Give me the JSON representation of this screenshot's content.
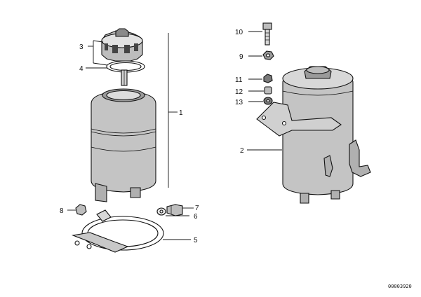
{
  "callouts": {
    "c1": "1",
    "c2": "2",
    "c3": "3",
    "c4": "4",
    "c5": "5",
    "c6": "6",
    "c7": "7",
    "c8": "8",
    "c9": "9",
    "c10": "10",
    "c11": "11",
    "c12": "12",
    "c13": "13"
  },
  "reference_number": "00003920"
}
